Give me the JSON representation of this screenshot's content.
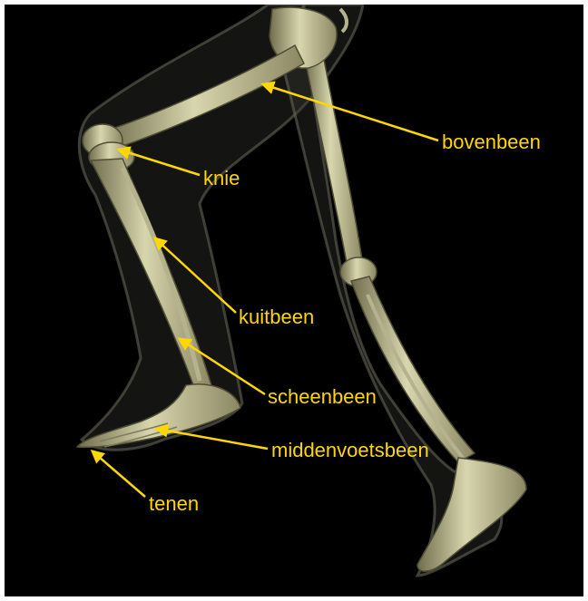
{
  "colors": {
    "background": "#000000",
    "label": "#FFD700",
    "bone": "#c9c79f",
    "bone_shade": "#7f7c58",
    "skin_outline": "#5a5a4e"
  },
  "labels": {
    "bovenbeen": "bovenbeen",
    "knie": "knie",
    "kuitbeen": "kuitbeen",
    "scheenbeen": "scheenbeen",
    "middenvoetsbeen": "middenvoetsbeen",
    "tenen": "tenen"
  }
}
